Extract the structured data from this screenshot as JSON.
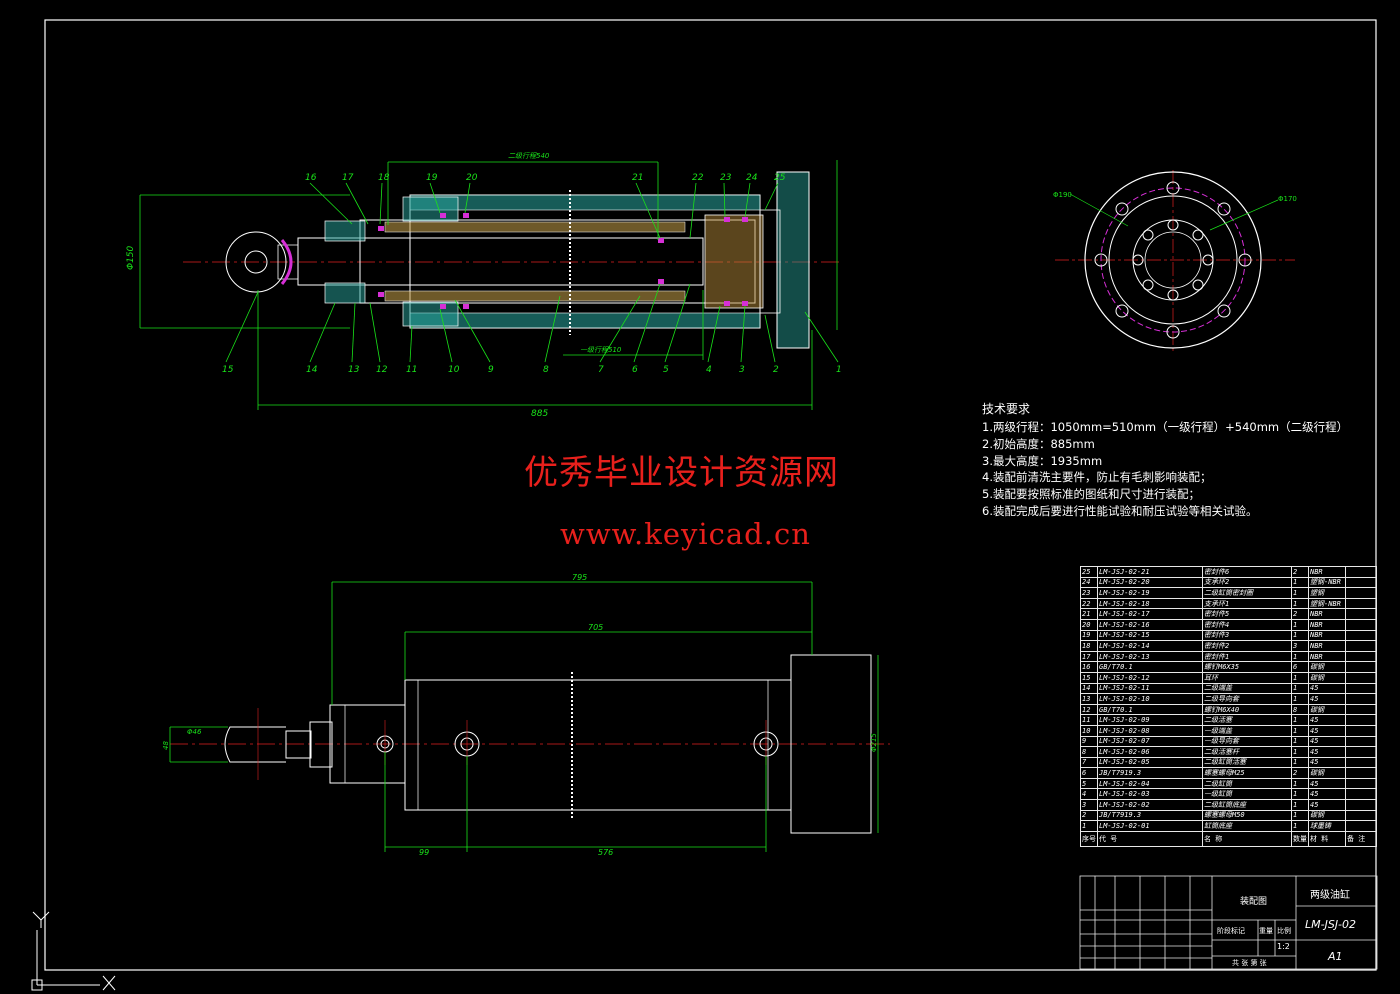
{
  "colors": {
    "background": "#000000",
    "frame": "#ffffff",
    "dimension": "#19e219",
    "section_line": "#ffffff",
    "hatch": "#2aa8a0",
    "seal": "#d62fd6",
    "watermark": "#e8201c",
    "center_line": "#e02020"
  },
  "technical_requirements": {
    "title": "技术要求",
    "lines": [
      "1.两级行程：1050mm=510mm（一级行程）+540mm（二级行程）",
      "2.初始高度：885mm",
      "3.最大高度：1935mm",
      "4.装配前清洗主要件，防止有毛刺影响装配；",
      "5.装配要按照标准的图纸和尺寸进行装配；",
      "6.装配完成后要进行性能试验和耐压试验等相关试验。"
    ]
  },
  "watermark": {
    "title": "优秀毕业设计资源网",
    "url": "www.keyicad.cn"
  },
  "dimensions": {
    "section_total": "885",
    "section_height": "Φ150",
    "stroke_2": "二级行程540",
    "stroke_1": "一级行程510",
    "front_total": "795",
    "front_body": "705",
    "front_left": "99",
    "front_right": "576",
    "rod_dia": "Φ46",
    "front_height": "Φ215",
    "rod_end": "48",
    "flange_dia_left": "Φ190",
    "flange_dia_right": "Φ170"
  },
  "balloons": [
    "16",
    "17",
    "18",
    "19",
    "20",
    "21",
    "22",
    "23",
    "24",
    "25",
    "15",
    "14",
    "13",
    "12",
    "11",
    "10",
    "9",
    "8",
    "7",
    "6",
    "5",
    "4",
    "3",
    "2",
    "1"
  ],
  "bom": {
    "rows": [
      {
        "no": "25",
        "code": "LM-JSJ-02-21",
        "name": "密封件6",
        "qty": "2",
        "mat": "NBR"
      },
      {
        "no": "24",
        "code": "LM-JSJ-02-20",
        "name": "支承环2",
        "qty": "1",
        "mat": "塑钢-NBR"
      },
      {
        "no": "23",
        "code": "LM-JSJ-02-19",
        "name": "二级缸筒密封圈",
        "qty": "1",
        "mat": "塑钢"
      },
      {
        "no": "22",
        "code": "LM-JSJ-02-18",
        "name": "支承环1",
        "qty": "1",
        "mat": "塑钢-NBR"
      },
      {
        "no": "21",
        "code": "LM-JSJ-02-17",
        "name": "密封件5",
        "qty": "2",
        "mat": "NBR"
      },
      {
        "no": "20",
        "code": "LM-JSJ-02-16",
        "name": "密封件4",
        "qty": "1",
        "mat": "NBR"
      },
      {
        "no": "19",
        "code": "LM-JSJ-02-15",
        "name": "密封件3",
        "qty": "1",
        "mat": "NBR"
      },
      {
        "no": "18",
        "code": "LM-JSJ-02-14",
        "name": "密封件2",
        "qty": "3",
        "mat": "NBR"
      },
      {
        "no": "17",
        "code": "LM-JSJ-02-13",
        "name": "密封件1",
        "qty": "1",
        "mat": "NBR"
      },
      {
        "no": "16",
        "code": "GB/T70.1",
        "name": "螺钉M6X35",
        "qty": "6",
        "mat": "碳钢"
      },
      {
        "no": "15",
        "code": "LM-JSJ-02-12",
        "name": "耳环",
        "qty": "1",
        "mat": "碳钢"
      },
      {
        "no": "14",
        "code": "LM-JSJ-02-11",
        "name": "二级端盖",
        "qty": "1",
        "mat": "45"
      },
      {
        "no": "13",
        "code": "LM-JSJ-02-10",
        "name": "二级导向套",
        "qty": "1",
        "mat": "45"
      },
      {
        "no": "12",
        "code": "GB/T70.1",
        "name": "螺钉M6X40",
        "qty": "8",
        "mat": "碳钢"
      },
      {
        "no": "11",
        "code": "LM-JSJ-02-09",
        "name": "二级活塞",
        "qty": "1",
        "mat": "45"
      },
      {
        "no": "10",
        "code": "LM-JSJ-02-08",
        "name": "一级端盖",
        "qty": "1",
        "mat": "45"
      },
      {
        "no": "9",
        "code": "LM-JSJ-02-07",
        "name": "一级导向套",
        "qty": "1",
        "mat": "45"
      },
      {
        "no": "8",
        "code": "LM-JSJ-02-06",
        "name": "二级活塞杆",
        "qty": "1",
        "mat": "45"
      },
      {
        "no": "7",
        "code": "LM-JSJ-02-05",
        "name": "二级缸筒活塞",
        "qty": "1",
        "mat": "45"
      },
      {
        "no": "6",
        "code": "JB/T7919.3",
        "name": "螺塞螺母M25",
        "qty": "2",
        "mat": "碳钢"
      },
      {
        "no": "5",
        "code": "LM-JSJ-02-04",
        "name": "二级缸筒",
        "qty": "1",
        "mat": "45"
      },
      {
        "no": "4",
        "code": "LM-JSJ-02-03",
        "name": "一级缸筒",
        "qty": "1",
        "mat": "45"
      },
      {
        "no": "3",
        "code": "LM-JSJ-02-02",
        "name": "二级缸筒底座",
        "qty": "1",
        "mat": "45"
      },
      {
        "no": "2",
        "code": "JB/T7919.3",
        "name": "螺塞螺母M50",
        "qty": "1",
        "mat": "碳钢"
      },
      {
        "no": "1",
        "code": "LM-JSJ-02-01",
        "name": "缸筒底座",
        "qty": "1",
        "mat": "球墨铸"
      }
    ],
    "header": {
      "no": "序号",
      "code": "代 号",
      "name": "名 称",
      "qty": "数量",
      "mat": "材 料",
      "note": "备 注"
    }
  },
  "title_block": {
    "assembly": "装配图",
    "name": "两级油缸",
    "drawing_no": "LM-JSJ-02",
    "scale": "1:2",
    "sheet": "A1",
    "scale_label": "比例",
    "weight_label": "重量",
    "stage_label": "阶段标记",
    "total_label": "共 张 第 张"
  }
}
